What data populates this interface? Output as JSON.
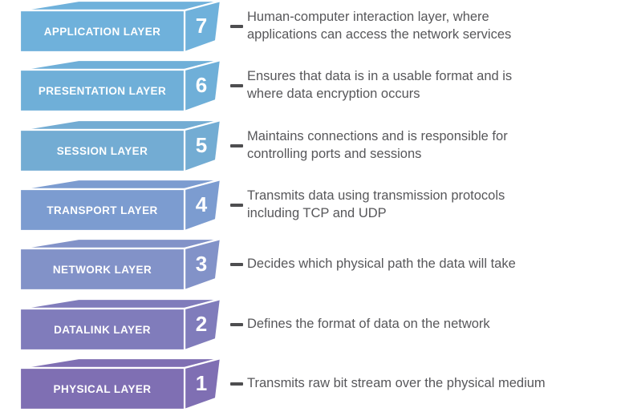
{
  "style": {
    "connector_color": "#4e4e50",
    "description_text_color": "#57575a",
    "label_text_color": "#ffffff"
  },
  "layers": [
    {
      "number": "7",
      "label": "APPLICATION LAYER",
      "description": "Human-computer interaction layer, where\napplications can access the network services",
      "color": "#6FB1DB"
    },
    {
      "number": "6",
      "label": "PRESENTATION LAYER",
      "description": "Ensures that data is in a usable format and is\nwhere data encryption occurs",
      "color": "#6FAFD8"
    },
    {
      "number": "5",
      "label": "SESSION LAYER",
      "description": "Maintains connections and is responsible for\ncontrolling ports and sessions",
      "color": "#73ACD3"
    },
    {
      "number": "4",
      "label": "TRANSPORT LAYER",
      "description": "Transmits data using transmission protocols\nincluding TCP and UDP",
      "color": "#7C9CD0"
    },
    {
      "number": "3",
      "label": "NETWORK LAYER",
      "description": "Decides which physical path the data will take",
      "color": "#8292C8"
    },
    {
      "number": "2",
      "label": "DATALINK LAYER",
      "description": "Defines the format of data on the network",
      "color": "#807CBB"
    },
    {
      "number": "1",
      "label": "PHYSICAL LAYER",
      "description": "Transmits raw bit stream over the physical medium",
      "color": "#7F6FB3"
    }
  ]
}
